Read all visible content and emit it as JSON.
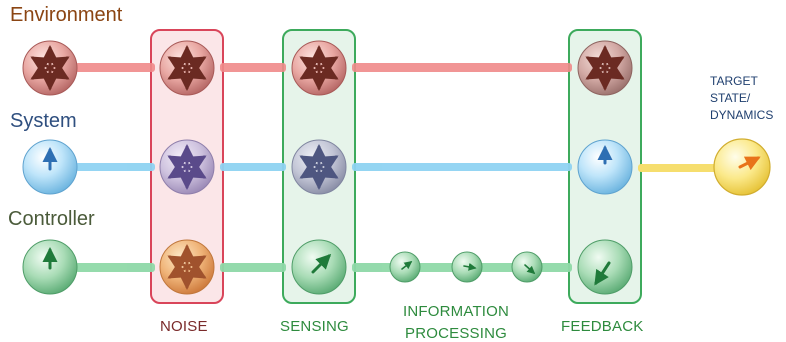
{
  "rows": {
    "environment": {
      "label": "Environment",
      "color": "#8B4513"
    },
    "system": {
      "label": "System",
      "color": "#2F4F7F"
    },
    "controller": {
      "label": "Controller",
      "color": "#4B5B3A"
    }
  },
  "stages": {
    "noise": {
      "label": "NOISE",
      "color": "#7A2A2A"
    },
    "sensing": {
      "label": "SENSING",
      "color": "#2E8B3E"
    },
    "information": {
      "line1": "INFORMATION",
      "line2": "PROCESSING",
      "color": "#2E8B3E"
    },
    "feedback": {
      "label": "FEEDBACK",
      "color": "#2E8B3E"
    }
  },
  "target": {
    "line1": "TARGET",
    "line2": "STATE/",
    "line3": "DYNAMICS",
    "color": "#1F3F6F"
  },
  "palette": {
    "env_link": "#F08A8A",
    "sys_link": "#8FD3F2",
    "ctrl_link": "#8FD9A8",
    "target_link": "#F6DE6E",
    "noise_box": "#D9455A",
    "green_box": "#3DAA5C"
  }
}
